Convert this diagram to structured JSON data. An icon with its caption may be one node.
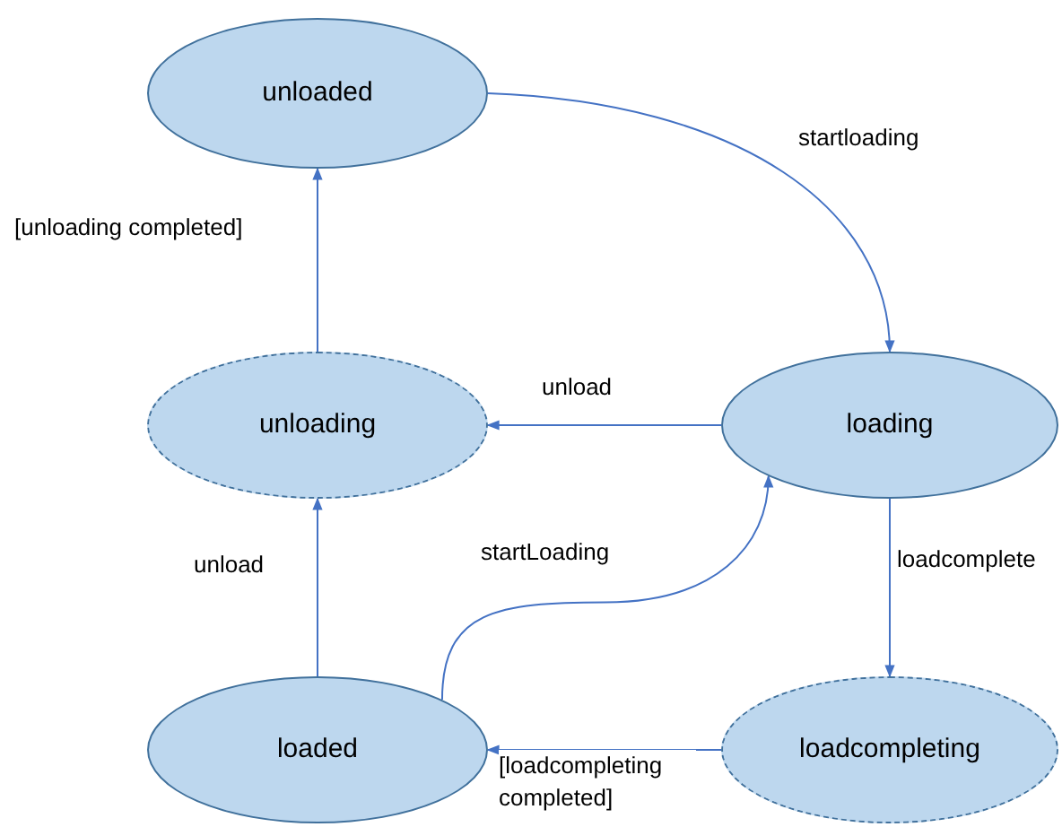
{
  "diagram": {
    "nodes": [
      {
        "text": [
          "unloaded"
        ]
      },
      {
        "text": [
          "unloading"
        ]
      },
      {
        "text": [
          "loading"
        ]
      },
      {
        "text": [
          "loaded"
        ]
      },
      {
        "text": [
          "loadcompleting"
        ]
      }
    ],
    "edges": [
      {
        "from": 0,
        "to": 2,
        "arrow": "to",
        "label": "startloading"
      },
      {
        "from": 1,
        "to": 0,
        "arrow": "to",
        "label": "[unloading completed]"
      },
      {
        "from": 2,
        "to": 1,
        "arrow": "to",
        "label": "unload"
      },
      {
        "from": 3,
        "to": 1,
        "arrow": "to",
        "label": "unload"
      },
      {
        "from": 3,
        "to": 2,
        "arrow": "to",
        "label": "startLoading"
      },
      {
        "from": 2,
        "to": 4,
        "arrow": "to",
        "label": "loadcomplete"
      },
      {
        "from": 4,
        "to": 3,
        "arrow": "to",
        "label": "[loadcompleting completed]"
      }
    ]
  }
}
